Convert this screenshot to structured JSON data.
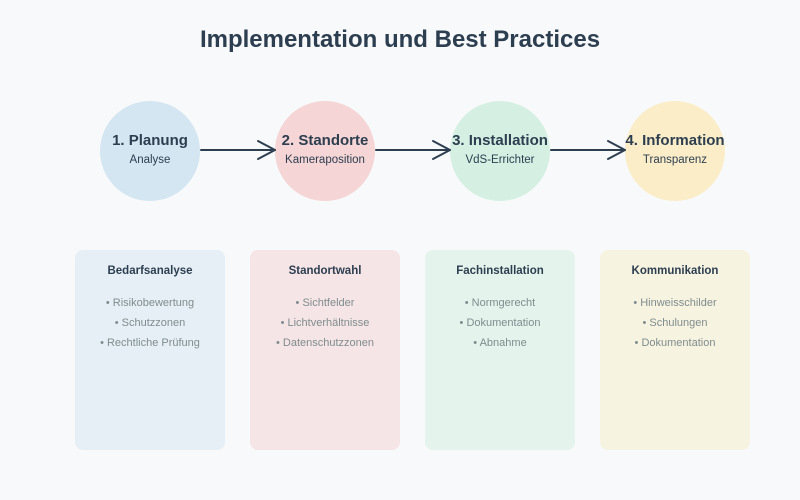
{
  "title": "Implementation und Best Practices",
  "steps": [
    {
      "title": "1. Planung",
      "subtitle": "Analyse",
      "color": "#d4e6f1"
    },
    {
      "title": "2. Standorte",
      "subtitle": "Kameraposition",
      "color": "#f5d5d5"
    },
    {
      "title": "3. Installation",
      "subtitle": "VdS-Errichter",
      "color": "#d5f0e3"
    },
    {
      "title": "4. Information",
      "subtitle": "Transparenz",
      "color": "#faedc8"
    }
  ],
  "cards": [
    {
      "title": "Bedarfsanalyse",
      "items": [
        "• Risikobewertung",
        "• Schutzzonen",
        "• Rechtliche Prüfung"
      ],
      "color": "#e6eff6"
    },
    {
      "title": "Standortwahl",
      "items": [
        "• Sichtfelder",
        "• Lichtverhältnisse",
        "• Datenschutzzonen"
      ],
      "color": "#f6e5e6"
    },
    {
      "title": "Fachinstallation",
      "items": [
        "• Normgerecht",
        "• Dokumentation",
        "• Abnahme"
      ],
      "color": "#e4f3eb"
    },
    {
      "title": "Kommunikation",
      "items": [
        "• Hinweisschilder",
        "• Schulungen",
        "• Dokumentation"
      ],
      "color": "#f7f3e1"
    }
  ],
  "colors": {
    "background": "#f8f9fa",
    "text": "#2c3e50",
    "muted_text": "#7f8c8d",
    "arrow": "#2c3e50"
  }
}
